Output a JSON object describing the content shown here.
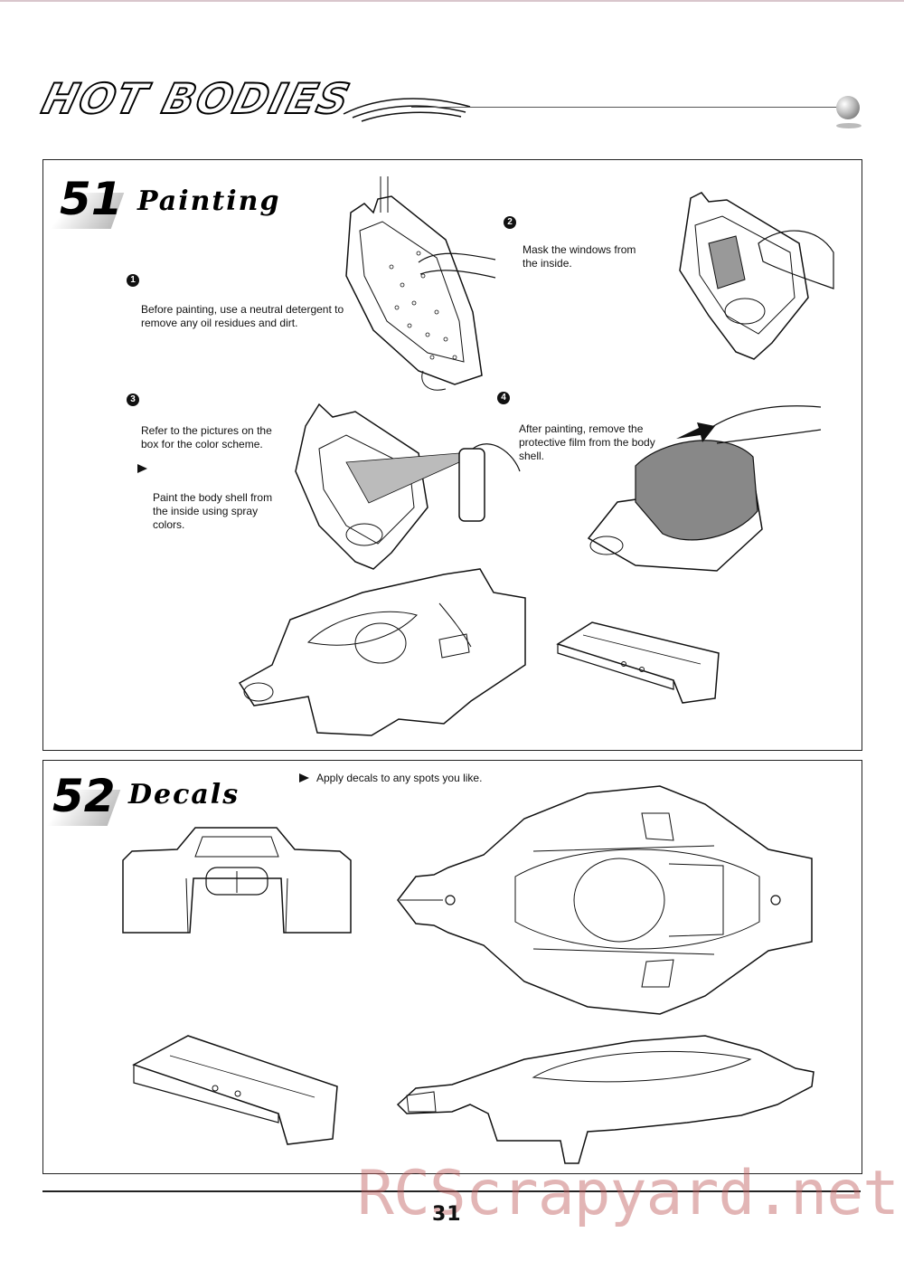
{
  "header": {
    "brand": "HOT BODIES"
  },
  "step51": {
    "number": "51",
    "title": "Painting",
    "substeps": [
      {
        "badge": "1",
        "text": "Before painting, use a neutral detergent to remove any oil residues and dirt."
      },
      {
        "badge": "2",
        "text": "Mask the windows from the inside."
      },
      {
        "badge": "3",
        "text": "Refer to the pictures on the box for the color scheme.",
        "note": "Paint the body shell from the inside using spray colors."
      },
      {
        "badge": "4",
        "text": "After painting, remove the protective film from the body shell."
      }
    ]
  },
  "step52": {
    "number": "52",
    "title": "Decals",
    "note": "Apply decals to any spots you like."
  },
  "footer": {
    "page_number": "31",
    "watermark": "RCScrapyard.net"
  },
  "colors": {
    "ink": "#111111",
    "panel_border": "#222222",
    "watermark": "#be5a5a"
  }
}
